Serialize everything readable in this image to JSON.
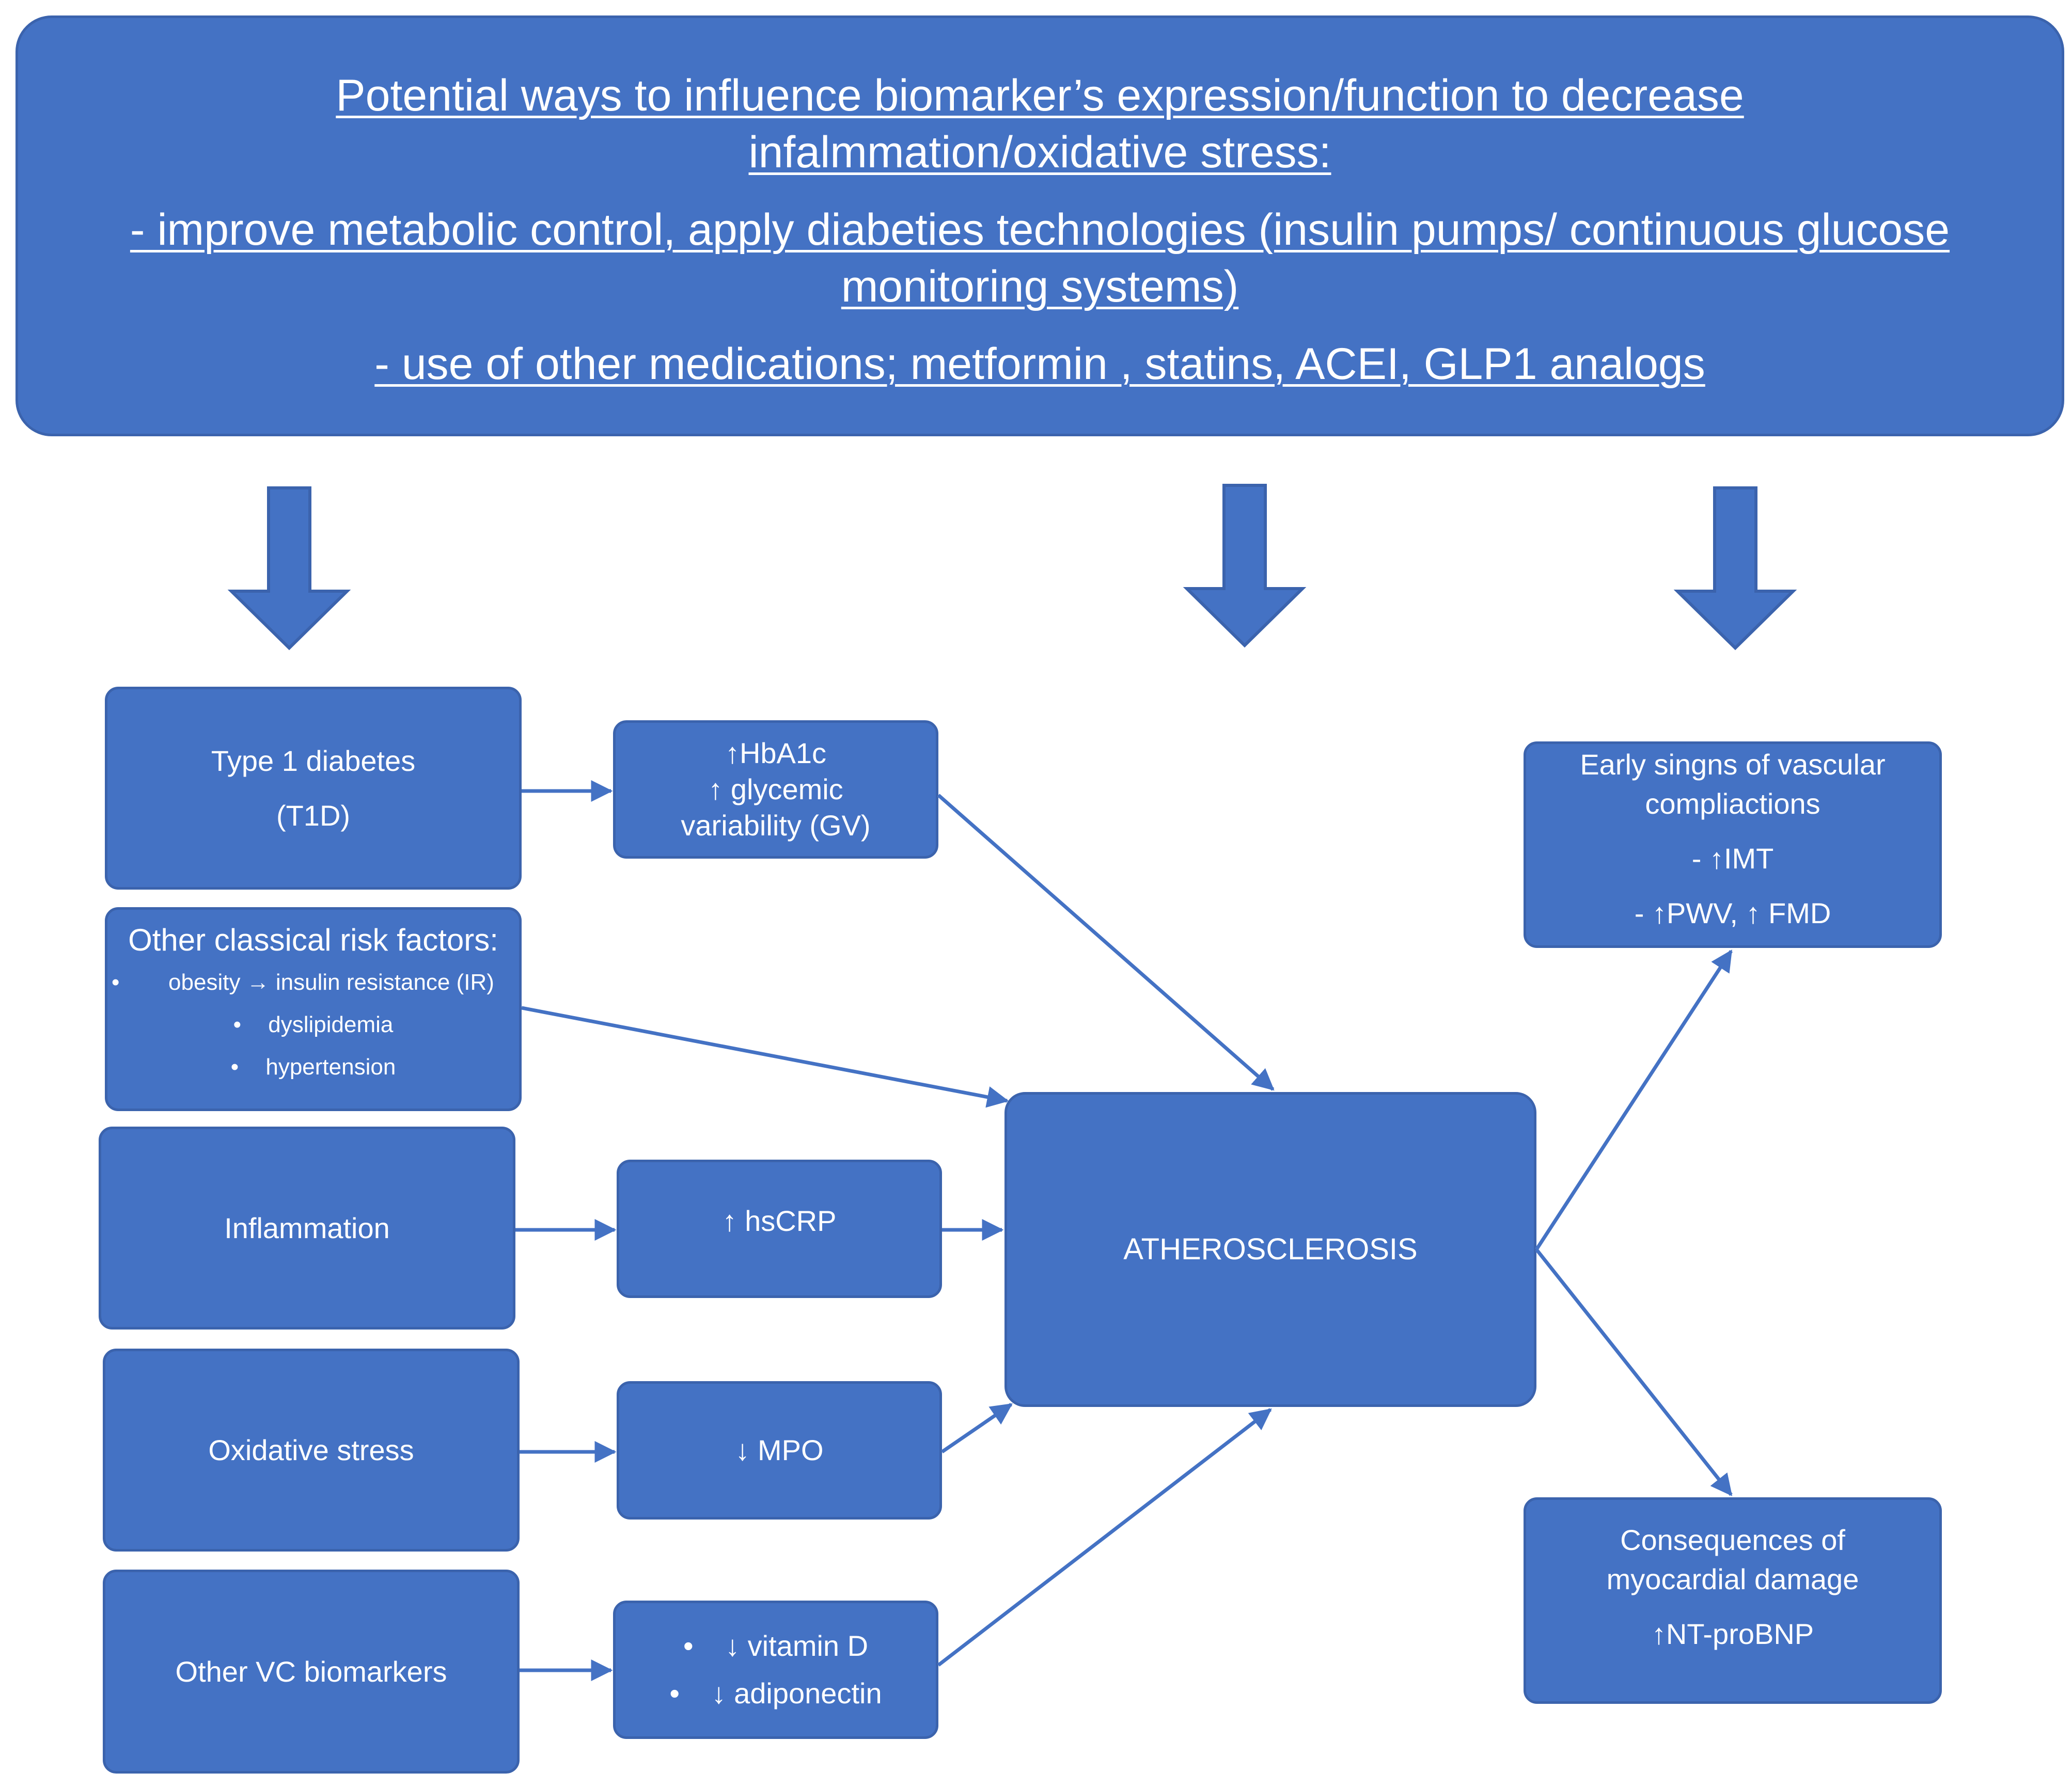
{
  "banner": {
    "line1": "Potential ways to influence  biomarker’s expression/function to decrease",
    "line2": "infalmmation/oxidative stress:",
    "line3": "- improve metabolic control, apply diabeties technologies (insulin pumps/ continuous glucose",
    "line4": "monitoring systems)",
    "line5": "- use of other medications; metformin , statins, ACEI,  GLP1 analogs"
  },
  "left": {
    "t1d": {
      "line1": "Type 1 diabetes",
      "line2": "(T1D)"
    },
    "risk": {
      "title": "Other classical risk factors:",
      "item1": "obesity → insulin resistance (IR)",
      "item2": "dyslipidemia",
      "item3": "hypertension",
      "bullet": "•"
    },
    "inflammation": "Inflammation",
    "oxidative": "Oxidative stress",
    "vc": "Other VC biomarkers"
  },
  "middle": {
    "hba1c": {
      "line1": "↑HbA1c",
      "line2": "↑ glycemic",
      "line3": "variability (GV)"
    },
    "hscrp": "↑ hsCRP",
    "mpo": "↓ MPO",
    "vc_markers": {
      "item1": "↓ vitamin D",
      "item2": "↓ adiponectin",
      "bullet": "•"
    }
  },
  "center": {
    "label": "ATHEROSCLEROSIS"
  },
  "right": {
    "early": {
      "line1": "Early singns of vascular",
      "line2": "compliactions",
      "line3": "- ↑IMT",
      "line4": "- ↑PWV, ↑ FMD"
    },
    "myocardial": {
      "line1": "Consequences of",
      "line2": "myocardial damage",
      "line3": "↑NT-proBNP"
    }
  },
  "colors": {
    "box_fill": "#4472c4",
    "box_border": "#3b63ad",
    "arrow": "#4472c4",
    "text": "#ffffff"
  }
}
